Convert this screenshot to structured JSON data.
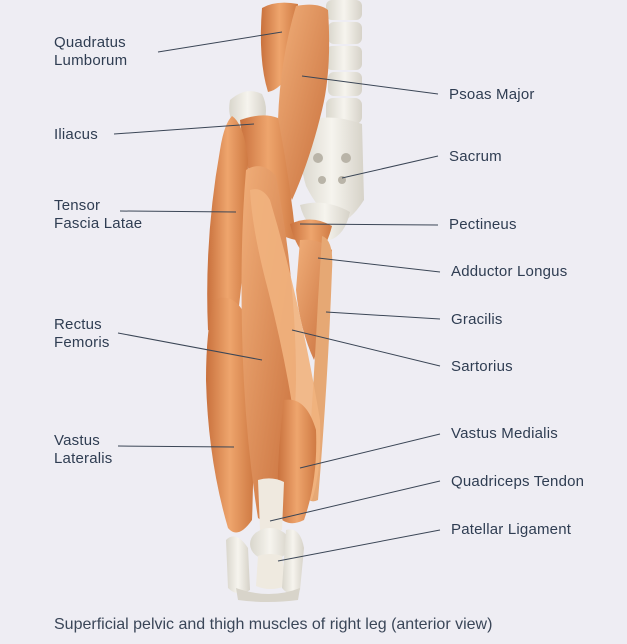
{
  "caption": "Superficial pelvic and thigh muscles of right leg (anterior view)",
  "labels_left": {
    "quadratus_lumborum": [
      "Quadratus",
      "Lumborum"
    ],
    "iliacus": [
      "Iliacus"
    ],
    "tensor_fascia_latae": [
      "Tensor",
      "Fascia Latae"
    ],
    "rectus_femoris": [
      "Rectus",
      "Femoris"
    ],
    "vastus_lateralis": [
      "Vastus",
      "Lateralis"
    ]
  },
  "labels_right": {
    "psoas_major": "Psoas Major",
    "sacrum": "Sacrum",
    "pectineus": "Pectineus",
    "adductor_longus": "Adductor Longus",
    "gracilis": "Gracilis",
    "sartorius": "Sartorius",
    "vastus_medialis": "Vastus Medialis",
    "quadriceps_tendon": "Quadriceps Tendon",
    "patellar_ligament": "Patellar Ligament"
  },
  "colors": {
    "background": "#eeedf3",
    "muscle": "#e3965e",
    "muscle_dark": "#c76f3a",
    "bone": "#e8e6df",
    "leader_line": "#3b4656"
  }
}
